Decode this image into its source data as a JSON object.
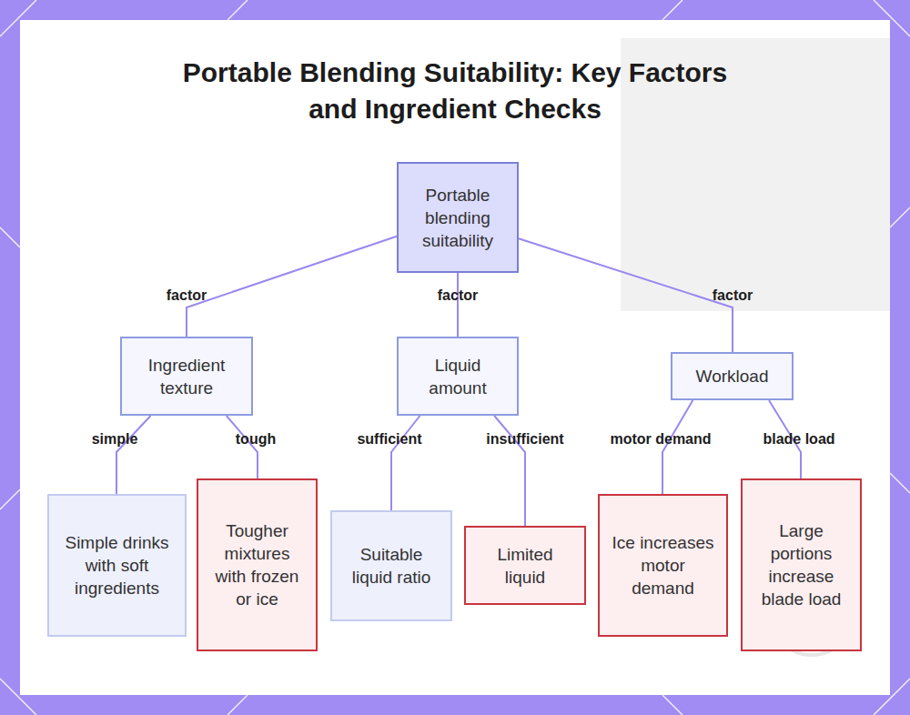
{
  "diagram": {
    "title": "Portable Blending Suitability: Key Factors and Ingredient Checks",
    "nodes": [
      {
        "text": [
          "Portable blending suitability"
        ]
      },
      {
        "text": [
          "Ingredient texture"
        ]
      },
      {
        "text": [
          "Liquid amount"
        ]
      },
      {
        "text": [
          "Workload"
        ]
      },
      {
        "text": [
          "Simple drinks with soft ingredients"
        ]
      },
      {
        "text": [
          "Tougher mixtures with frozen or ice"
        ]
      },
      {
        "text": [
          "Suitable liquid ratio"
        ]
      },
      {
        "text": [
          "Limited liquid"
        ]
      },
      {
        "text": [
          "Ice increases motor demand"
        ]
      },
      {
        "text": [
          "Large portions increase blade load"
        ]
      }
    ],
    "edges": [
      {
        "from": 0,
        "to": 1,
        "label": "factor",
        "arrow": "none"
      },
      {
        "from": 0,
        "to": 2,
        "label": "factor",
        "arrow": "none"
      },
      {
        "from": 0,
        "to": 3,
        "label": "factor",
        "arrow": "none"
      },
      {
        "from": 1,
        "to": 4,
        "label": "simple",
        "arrow": "none"
      },
      {
        "from": 1,
        "to": 5,
        "label": "tough",
        "arrow": "none"
      },
      {
        "from": 2,
        "to": 6,
        "label": "sufficient",
        "arrow": "none"
      },
      {
        "from": 2,
        "to": 7,
        "label": "insufficient",
        "arrow": "none"
      },
      {
        "from": 3,
        "to": 8,
        "label": "motor demand",
        "arrow": "none"
      },
      {
        "from": 3,
        "to": 9,
        "label": "blade load",
        "arrow": "none"
      }
    ]
  }
}
